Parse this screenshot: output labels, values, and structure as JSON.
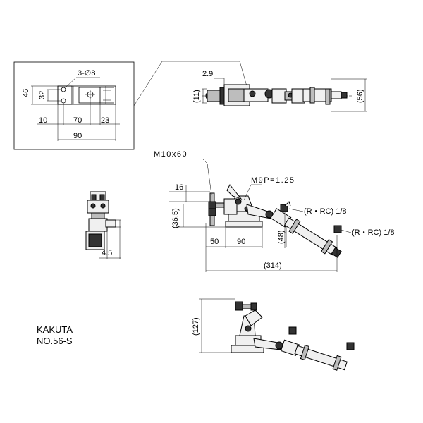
{
  "inset": {
    "holes_label": "3-∅8",
    "dim_46": "46",
    "dim_32": "32",
    "dim_10": "10",
    "dim_70": "70",
    "dim_23": "23",
    "dim_90": "90"
  },
  "top_view": {
    "dim_2_9": "2.9",
    "dim_11": "(11)",
    "dim_56": "(56)"
  },
  "side_view": {
    "bolt_label": "M10x60",
    "thread_label": "M9P=1.25",
    "dim_16": "16",
    "dim_36_5": "(36.5)",
    "dim_50": "50",
    "dim_90": "90",
    "dim_48": "(48)",
    "dim_314": "(314)",
    "port1": "(R・RC) 1/8",
    "port2": "(R・RC) 1/8"
  },
  "front_view": {
    "dim_4_5": "4.5"
  },
  "open_view": {
    "dim_127": "(127)"
  },
  "brand": {
    "line1": "KAKUTA",
    "line2": "NO.56-S"
  }
}
